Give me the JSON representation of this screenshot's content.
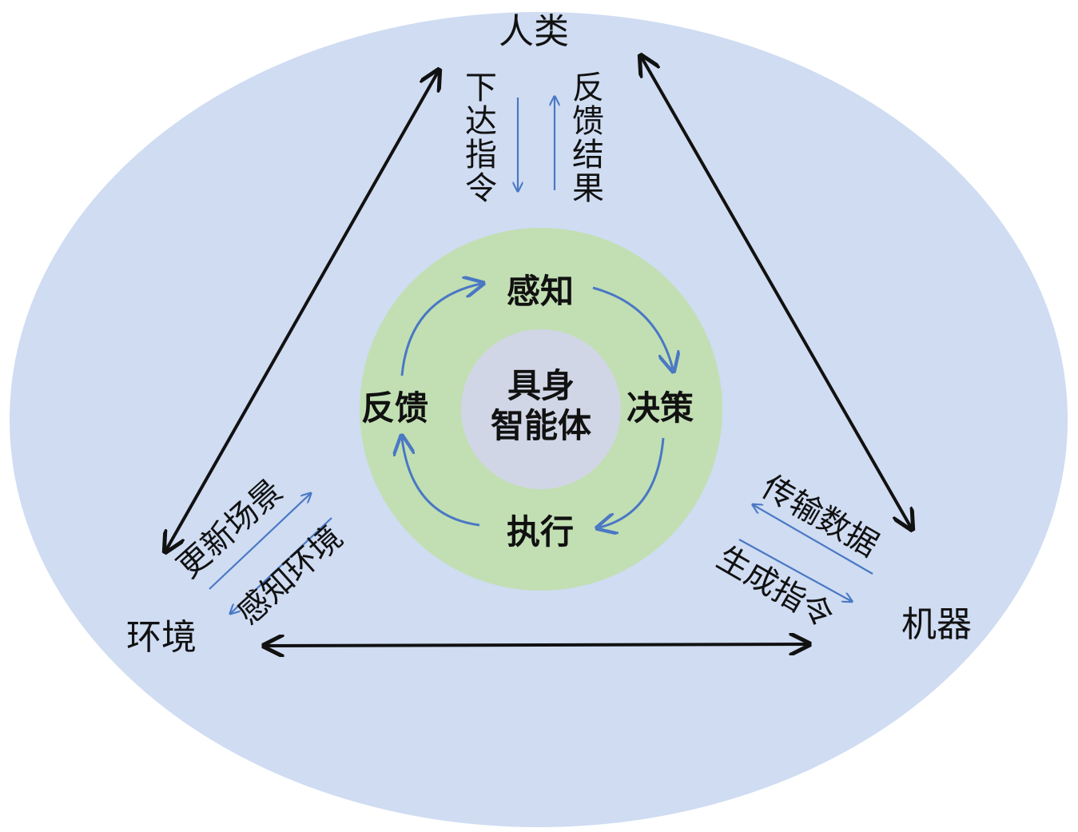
{
  "colors": {
    "outer_ellipse": "#cfdcf2",
    "ring": "#c2dfb3",
    "core": "#d0d6e6",
    "cycle_arrow": "#4a78c4",
    "link_arrow": "#111111",
    "thin_arrow": "#4a78c4"
  },
  "nodes": {
    "human": "人类",
    "environment": "环境",
    "machine": "机器"
  },
  "human_links": {
    "command": "下达指令",
    "feedback": "反馈结果"
  },
  "env_links": {
    "update": "更新场景",
    "sense": "感知环境"
  },
  "machine_links": {
    "transmit": "传输数据",
    "generate": "生成指令"
  },
  "cycle": {
    "perceive": "感知",
    "decide": "决策",
    "execute": "执行",
    "feedback": "反馈"
  },
  "core": {
    "line1": "具身",
    "line2": "智能体"
  }
}
